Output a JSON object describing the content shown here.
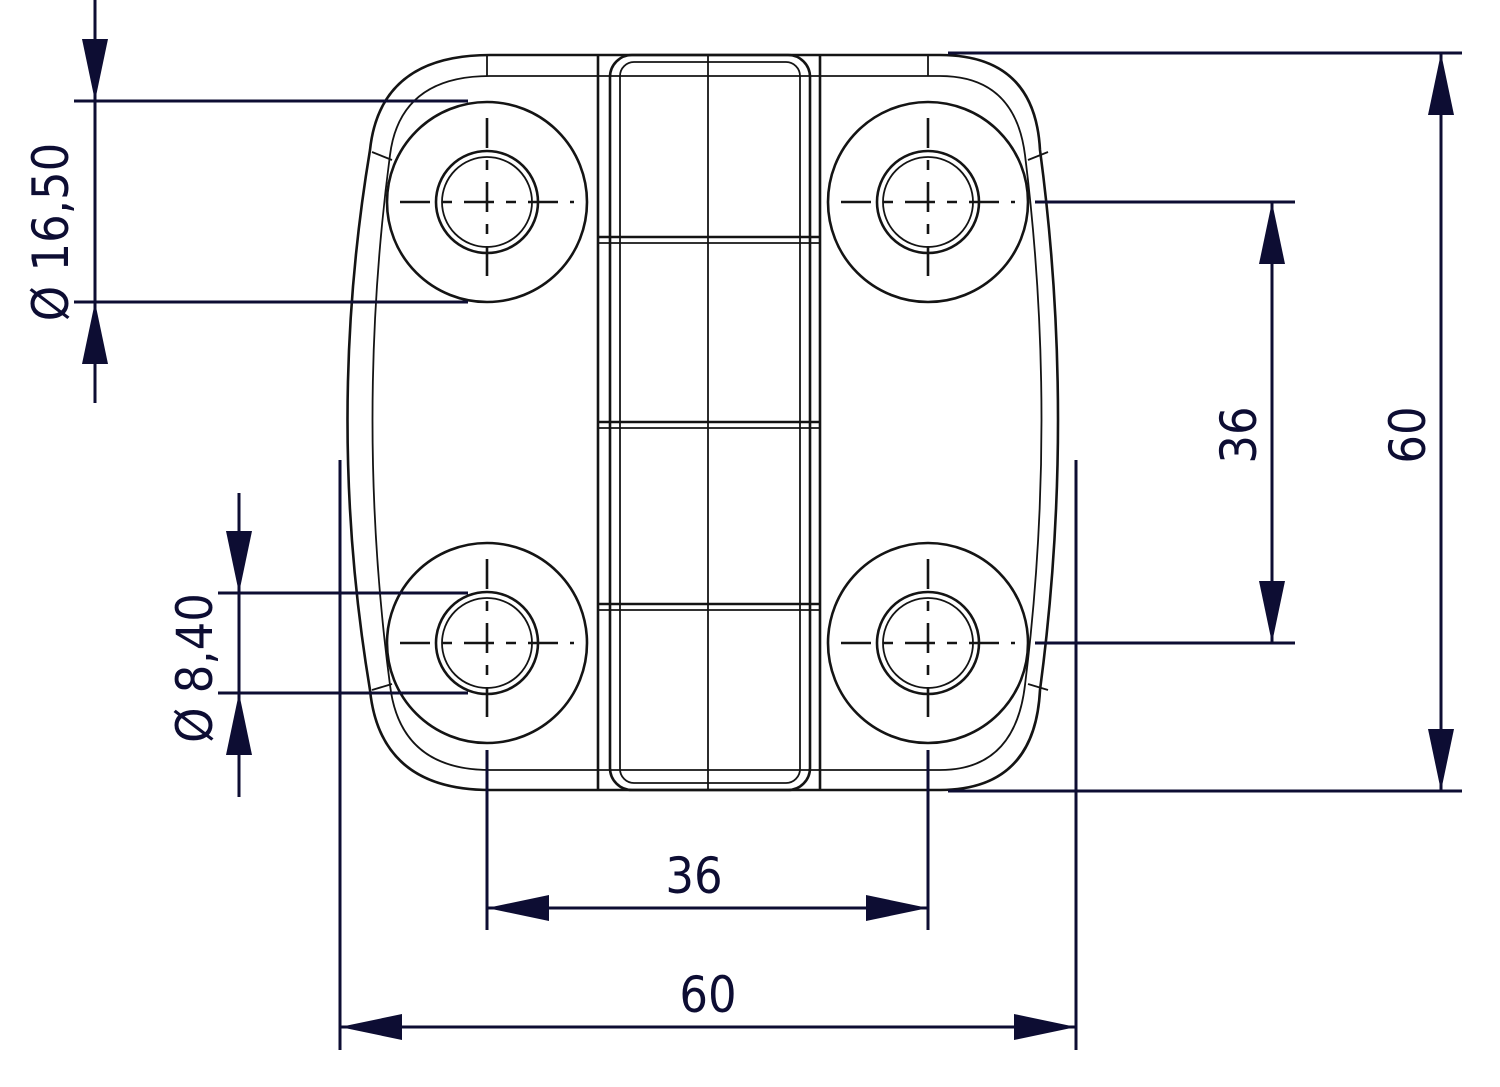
{
  "drawing": {
    "subject": "hinge",
    "colors": {
      "outline": "#141414",
      "dimension": "#0d0d33",
      "background": "#ffffff"
    },
    "dimensions": {
      "overall_width": "60",
      "hole_spacing_horizontal": "36",
      "overall_height": "60",
      "hole_spacing_vertical": "36",
      "counterbore_diameter": "Ø 16,50",
      "hole_diameter": "Ø 8,40"
    }
  }
}
